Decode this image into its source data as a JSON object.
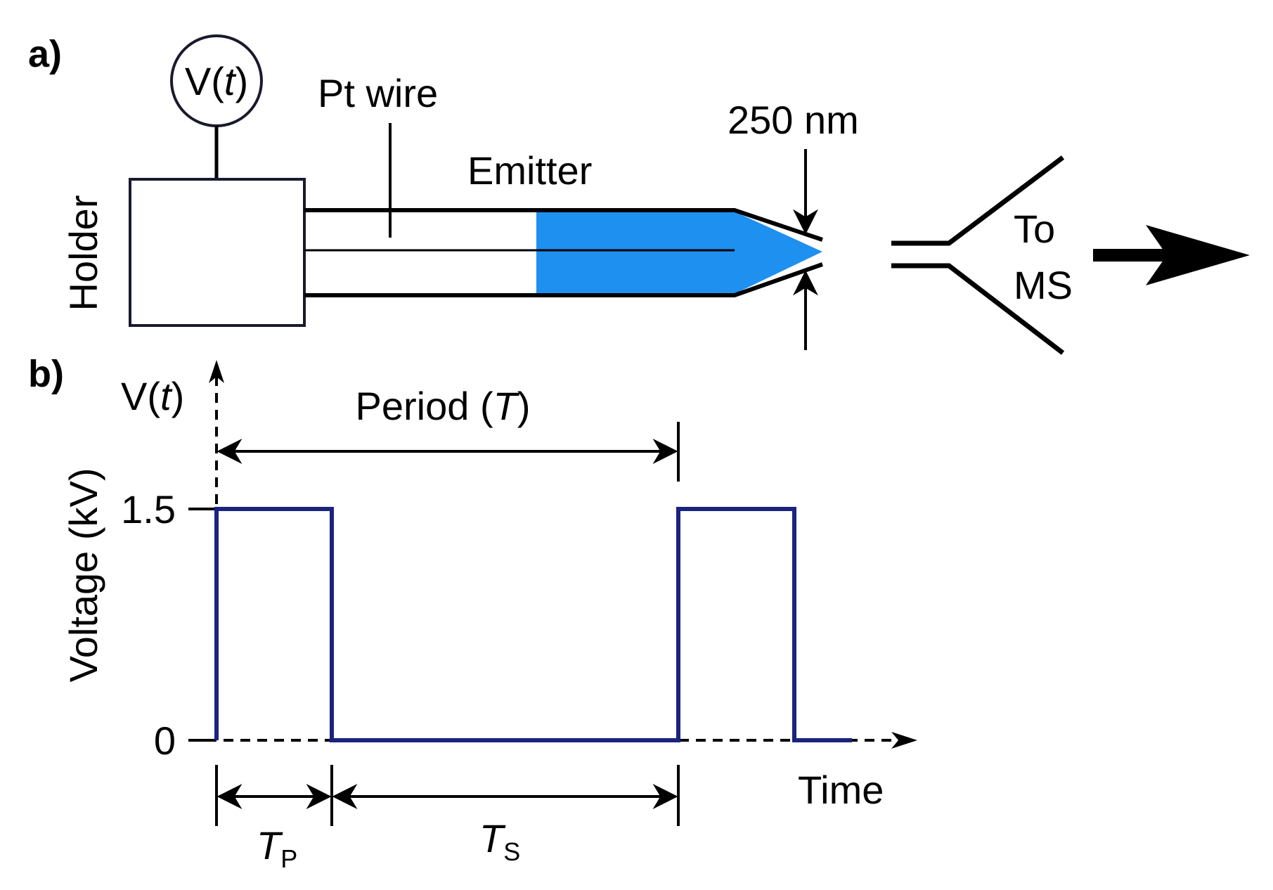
{
  "panel_a": {
    "label": "a)",
    "source_v": "V(",
    "source_t": "t",
    "source_close": ")",
    "holder": "Holder",
    "wire": "Pt wire",
    "emitter": "Emitter",
    "tip_size": "250 nm",
    "to": "To",
    "ms": "MS"
  },
  "panel_b": {
    "label": "b)",
    "axis_v": "V(",
    "axis_t": "t",
    "axis_close": ")",
    "ylabel": "Voltage (kV)",
    "xlabel": "Time",
    "y_tick_high": "1.5",
    "y_tick_zero": "0",
    "period": "Period (",
    "period_T": "T",
    "period_close": ")",
    "tp_T": "T",
    "tp_sub": "P",
    "ts_T": "T",
    "ts_sub": "S"
  },
  "colors": {
    "emitter_fill": "#1e90f0",
    "pulse_line": "#1a237e",
    "ink": "#000000"
  }
}
